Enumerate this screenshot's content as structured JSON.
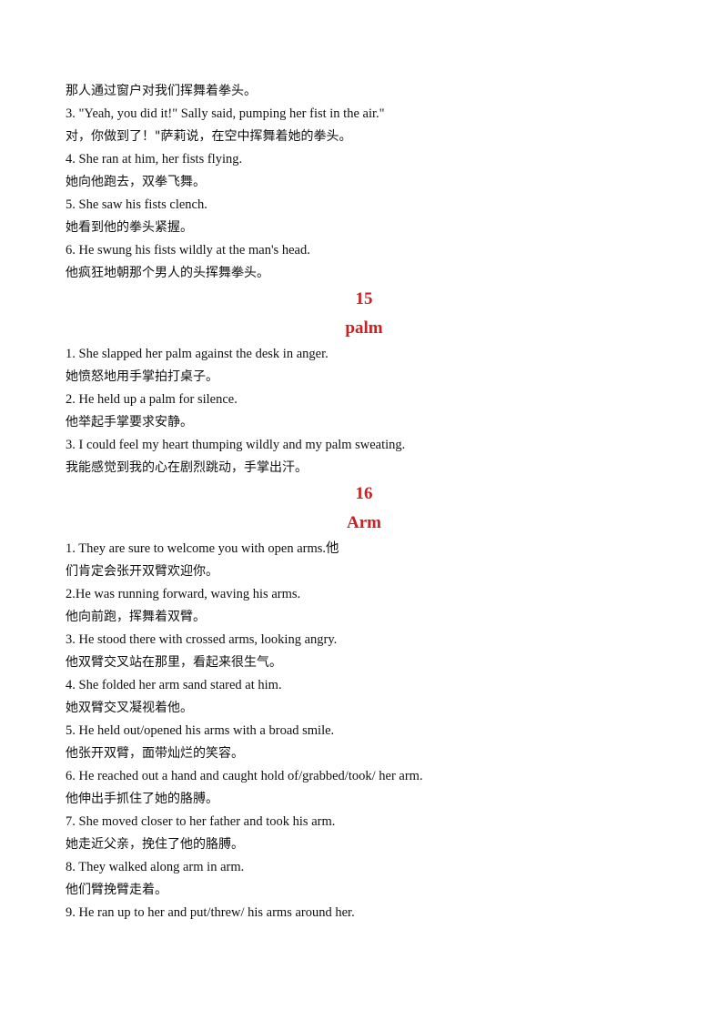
{
  "intro_lines": [
    {
      "lang": "zh",
      "text": "那人通过窗户对我们挥舞着拳头。"
    },
    {
      "lang": "en",
      "text": "3. \"Yeah, you did it!\" Sally said, pumping her fist in the air.\""
    },
    {
      "lang": "zh",
      "text": "对，你做到了！\"萨莉说，在空中挥舞着她的拳头。"
    },
    {
      "lang": "en",
      "text": "4. She ran at him, her fists flying."
    },
    {
      "lang": "zh",
      "text": "她向他跑去，双拳飞舞。"
    },
    {
      "lang": "en",
      "text": "5. She saw his fists clench."
    },
    {
      "lang": "zh",
      "text": "她看到他的拳头紧握。"
    },
    {
      "lang": "en",
      "text": "6. He swung his fists wildly at the man's head."
    },
    {
      "lang": "zh",
      "text": "他疯狂地朝那个男人的头挥舞拳头。"
    }
  ],
  "sections": [
    {
      "number": "15",
      "word": "palm",
      "lines": [
        {
          "lang": "en",
          "text": "1.  She slapped her palm against the desk in anger."
        },
        {
          "lang": "zh",
          "text": "她愤怒地用手掌拍打桌子。"
        },
        {
          "lang": "en",
          "text": "2.  He held up a palm for silence."
        },
        {
          "lang": "zh",
          "text": "他举起手掌要求安静。"
        },
        {
          "lang": "en",
          "text": "3. I could feel my heart thumping wildly and my palm sweating."
        },
        {
          "lang": "zh",
          "text": "我能感觉到我的心在剧烈跳动，手掌出汗。"
        }
      ]
    },
    {
      "number": "16",
      "word": "Arm",
      "lines": [
        {
          "lang": "en",
          "text": "1.  They are sure to welcome you with open arms.他"
        },
        {
          "lang": "zh",
          "text": "们肯定会张开双臂欢迎你。"
        },
        {
          "lang": "en",
          "text": "2.He was running forward, waving his arms."
        },
        {
          "lang": "zh",
          "text": "他向前跑，挥舞着双臂。"
        },
        {
          "lang": "en",
          "text": "3. He stood there with crossed arms, looking angry."
        },
        {
          "lang": "zh",
          "text": "他双臂交叉站在那里，看起来很生气。"
        },
        {
          "lang": "en",
          "text": "4. She folded her arm sand stared at him."
        },
        {
          "lang": "zh",
          "text": "她双臂交叉凝视着他。"
        },
        {
          "lang": "en",
          "text": "5.  He held out/opened his arms with a broad smile."
        },
        {
          "lang": "zh",
          "text": "他张开双臂，面带灿烂的笑容。"
        },
        {
          "lang": "en",
          "text": "6.  He reached out a hand and caught hold of/grabbed/took/ her arm."
        },
        {
          "lang": "zh",
          "text": "他伸出手抓住了她的胳膊。"
        },
        {
          "lang": "en",
          "text": "7.  She moved closer to her father and took his arm."
        },
        {
          "lang": "zh",
          "text": "她走近父亲，挽住了他的胳膊。"
        },
        {
          "lang": "en",
          "text": "8.  They walked along arm in arm."
        },
        {
          "lang": "zh",
          "text": "他们臂挽臂走着。"
        },
        {
          "lang": "en",
          "text": "9.  He ran up to her and put/threw/ his arms around her."
        }
      ]
    }
  ],
  "colors": {
    "heading": "#cc1f1f",
    "text": "#111111"
  }
}
